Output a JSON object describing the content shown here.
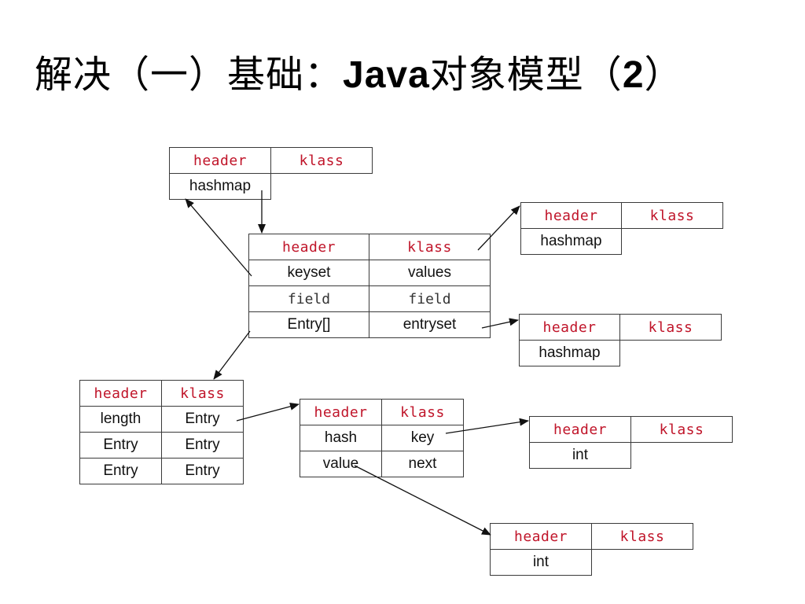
{
  "title": {
    "prefix": "解决（一）基础：",
    "latin": "Java",
    "suffix": "对象模型（",
    "number": "2",
    "close": "）"
  },
  "colors": {
    "header_text": "#c0152a",
    "border": "#3a3a3a",
    "arrow": "#111111"
  },
  "labels": {
    "header": "header",
    "klass": "klass",
    "hashmap": "hashmap",
    "keyset": "keyset",
    "values": "values",
    "field": "field",
    "entry_array": "Entry[]",
    "entryset": "entryset",
    "length": "length",
    "entry": "Entry",
    "hash": "hash",
    "key": "key",
    "value": "value",
    "next": "next",
    "int": "int"
  }
}
